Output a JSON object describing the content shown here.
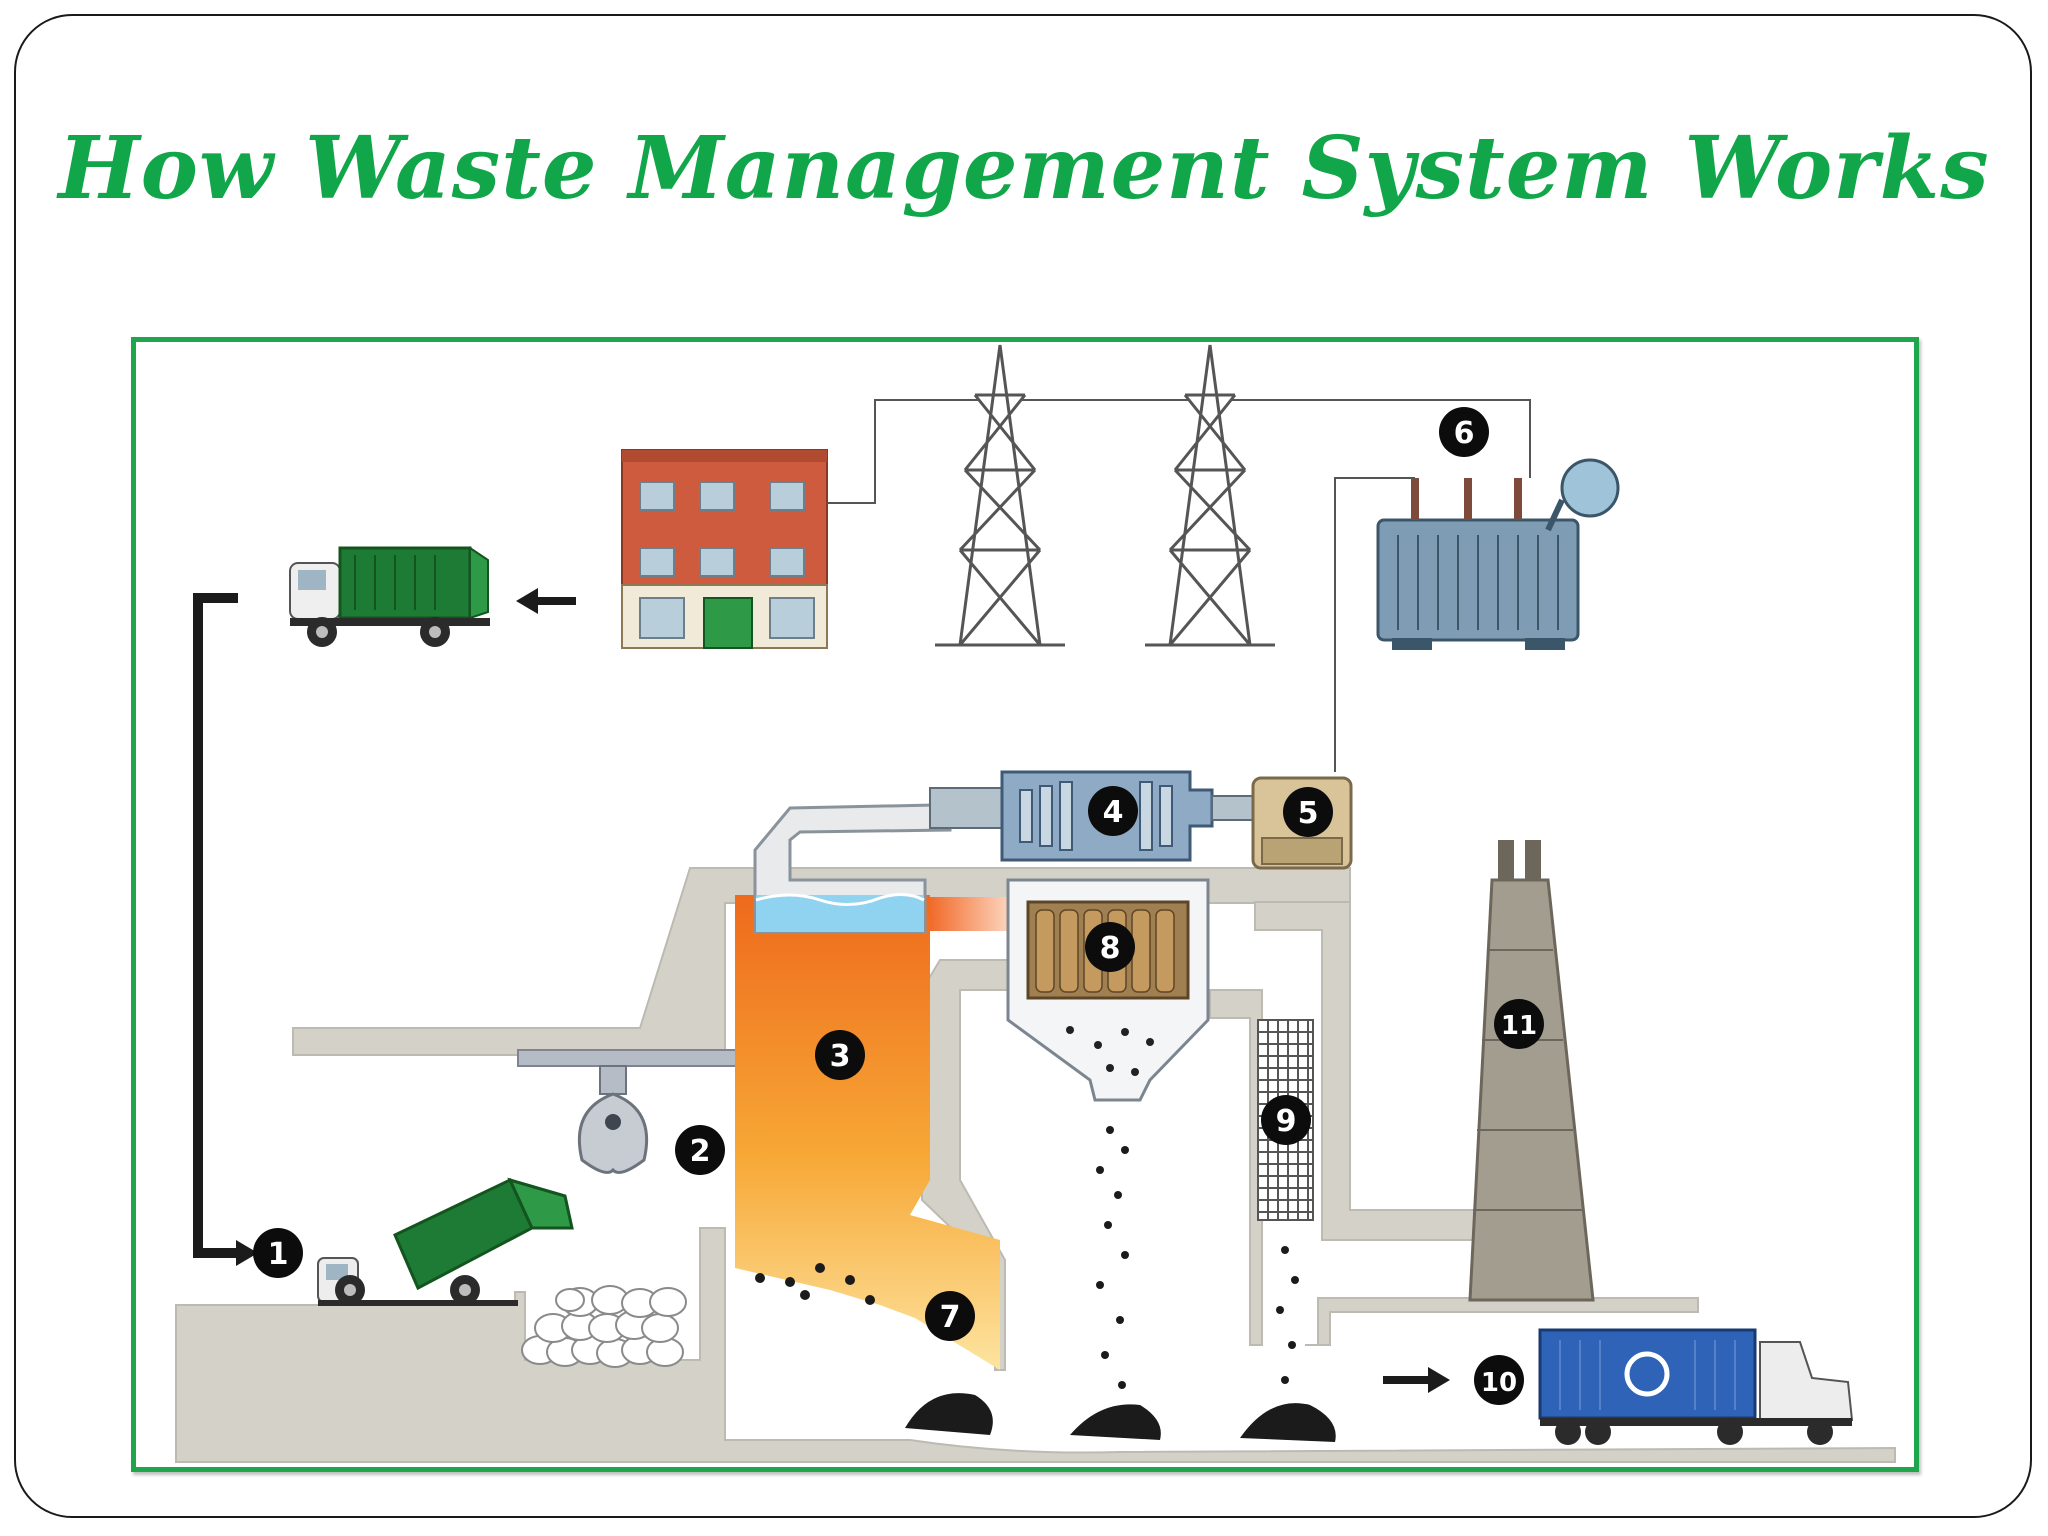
{
  "slide": {
    "title": "How Waste Management System Works"
  },
  "diagram": {
    "step_markers": [
      "1",
      "2",
      "3",
      "4",
      "5",
      "6",
      "7",
      "8",
      "9",
      "10",
      "11"
    ],
    "icons": {
      "collection_truck": "garbage-truck-icon",
      "dump_truck": "dumping-truck-icon",
      "building": "building-icon",
      "power_tower": "transmission-tower-icon",
      "transformer": "transformer-icon",
      "crane": "grabber-crane-icon",
      "turbine": "turbine-icon",
      "generator": "generator-icon",
      "filter": "filter-icon",
      "chimney": "chimney-icon",
      "recycling_truck": "recycling-truck-icon"
    },
    "colors": {
      "accent_green": "#12a64a",
      "structure_gray": "#d4d1c9",
      "furnace_top": "#ee6a1c",
      "furnace_bottom": "#fbd048",
      "water_blue": "#8fd3f0",
      "recycle_blue": "#2f63b8"
    }
  }
}
